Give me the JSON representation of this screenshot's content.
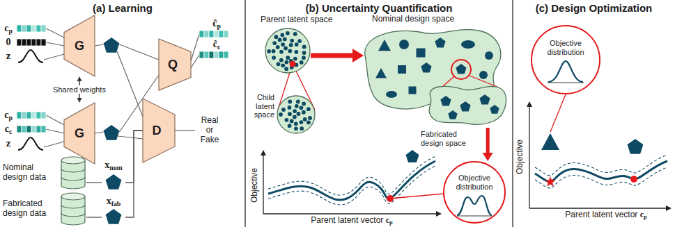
{
  "diagram": {
    "nodes": [
      {
        "text": [
          "G"
        ]
      },
      {
        "text": [
          "G"
        ]
      },
      {
        "text": [
          "Q"
        ]
      },
      {
        "text": [
          "D"
        ]
      },
      {
        "text": [
          "xnom"
        ]
      },
      {
        "text": [
          "xfab"
        ]
      },
      {
        "text": [
          "Nominal design data"
        ]
      },
      {
        "text": [
          "Fabricated design data"
        ]
      },
      {
        "text": [
          "Parent latent space"
        ]
      },
      {
        "text": [
          "Child latent space"
        ]
      },
      {
        "text": [
          "Nominal design space"
        ]
      },
      {
        "text": [
          "Fabricated design space"
        ]
      },
      {
        "text": [
          "Objective distribution"
        ]
      },
      {
        "text": [
          "Objective distribution"
        ]
      }
    ],
    "edges": [
      {
        "from": 0,
        "to": 1,
        "arrow": "both",
        "label": "Shared weights"
      },
      {
        "from": 6,
        "to": 4,
        "arrow": "none"
      },
      {
        "from": 7,
        "to": 5,
        "arrow": "none"
      },
      {
        "from": 4,
        "to": 3,
        "arrow": "none"
      },
      {
        "from": 5,
        "to": 3,
        "arrow": "none"
      },
      {
        "from": 8,
        "to": 10,
        "arrow": "to"
      },
      {
        "from": 11,
        "to": 12,
        "arrow": "to"
      }
    ],
    "labels": [
      "(a) Learning",
      "cp",
      "0",
      "z",
      "cp",
      "cc",
      "z",
      "ĉp",
      "ĉc",
      "Real or Fake",
      "(b) Uncertainty Quantification",
      "Objective",
      "Parent latent vector cp",
      "(c) Design Optimization",
      "Objective",
      "Parent latent vector cp"
    ]
  }
}
